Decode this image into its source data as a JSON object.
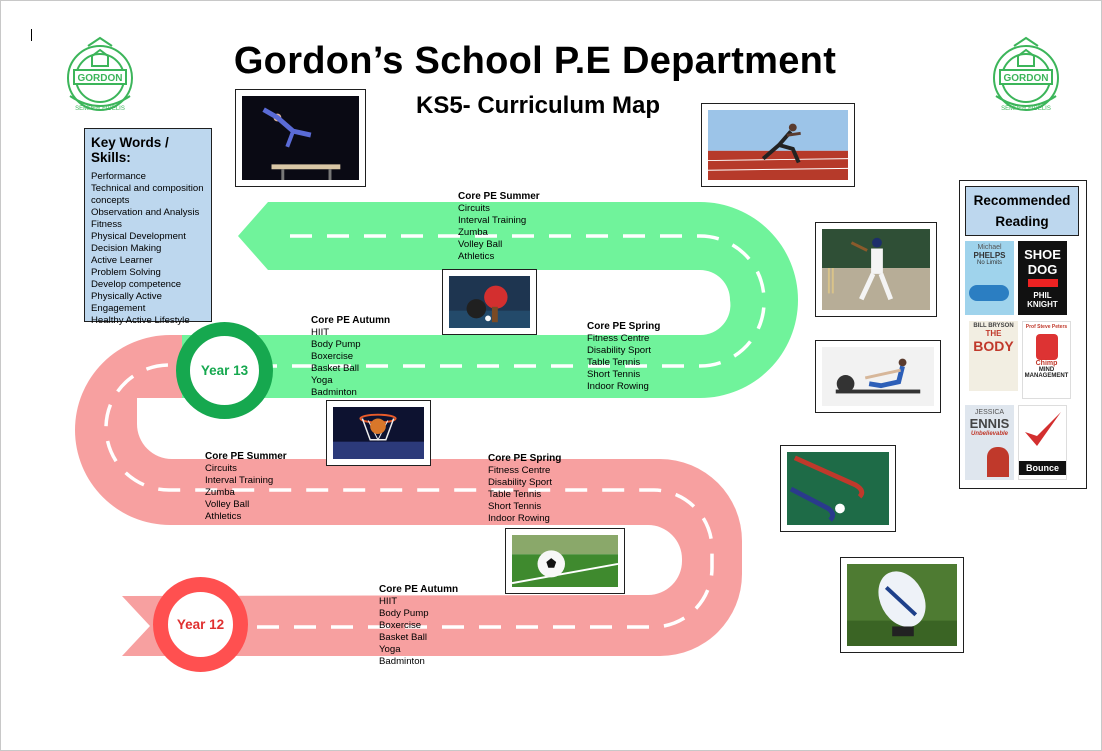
{
  "header": {
    "title": "Gordon’s School P.E Department",
    "subtitle": "KS5- Curriculum Map",
    "logo_text": "GORDON SEMPER FIDELIS"
  },
  "colors": {
    "upper_road": "#70f39b",
    "lower_road": "#f7a0a0",
    "year13": "#16a84f",
    "year12": "#ff5050",
    "panel": "#bdd7ee"
  },
  "key_words": {
    "title": "Key Words / Skills:",
    "items": [
      "Performance",
      "Technical and composition",
      "concepts",
      "Observation and Analysis",
      "Fitness",
      "Physical Development",
      "Decision Making",
      "Active Learner",
      "Problem Solving",
      "Develop competence",
      "Physically Active",
      "Engagement",
      "Healthy Active Lifestyle"
    ]
  },
  "reading": {
    "title": "Recommended Reading",
    "books": [
      {
        "name": "Michael Phelps — No Limits",
        "line1": "Michael",
        "line2": "PHELPS",
        "line3": "No Limits"
      },
      {
        "name": "Shoe Dog — Phil Knight",
        "line1": "SHOE",
        "line2": "DOG",
        "line3": "PHIL KNIGHT"
      },
      {
        "name": "Bill Bryson — The Body",
        "line1": "BILL BRYSON",
        "line2": "THE",
        "line3": "BODY"
      },
      {
        "name": "Prof Steve Peters — The Chimp Paradox",
        "line1": "Prof Steve Peters",
        "line2": "Chimp",
        "line3": "MIND MANAGEMENT"
      },
      {
        "name": "Jessica Ennis — Unbelievable",
        "line1": "JESSICA",
        "line2": "ENNIS",
        "line3": "Unbelievable"
      },
      {
        "name": "Bounce",
        "line1": "",
        "line2": "",
        "line3": "Bounce"
      }
    ]
  },
  "years": {
    "year13": "Year 13",
    "year12": "Year 12"
  },
  "year13": {
    "summer": {
      "heading": "Core PE Summer",
      "items": [
        "Circuits",
        "Interval Training",
        "Zumba",
        "Volley Ball",
        "Athletics"
      ]
    },
    "autumn": {
      "heading": "Core PE Autumn",
      "items": [
        "HIIT",
        "Body Pump",
        "Boxercise",
        "Basket Ball",
        "Yoga",
        "Badminton"
      ]
    },
    "spring": {
      "heading": "Core PE Spring",
      "items": [
        "Fitness Centre",
        "Disability Sport",
        "Table Tennis",
        "Short Tennis",
        "Indoor Rowing"
      ]
    }
  },
  "year12": {
    "summer": {
      "heading": "Core PE Summer",
      "items": [
        "Circuits",
        "Interval Training",
        "Zumba",
        "Volley Ball",
        "Athletics"
      ]
    },
    "spring": {
      "heading": "Core PE Spring",
      "items": [
        "Fitness Centre",
        "Disability Sport",
        "Table Tennis",
        "Short Tennis",
        "Indoor Rowing"
      ]
    },
    "autumn": {
      "heading": "Core PE Autumn",
      "items": [
        "HIIT",
        "Body Pump",
        "Boxercise",
        "Basket Ball",
        "Yoga",
        "Badminton"
      ]
    }
  },
  "photos": [
    "gymnastics-photo",
    "sprinter-photo",
    "cricket-photo",
    "table-tennis-photo",
    "rowing-photo",
    "basketball-photo",
    "hockey-photo",
    "football-photo",
    "rugby-photo"
  ]
}
